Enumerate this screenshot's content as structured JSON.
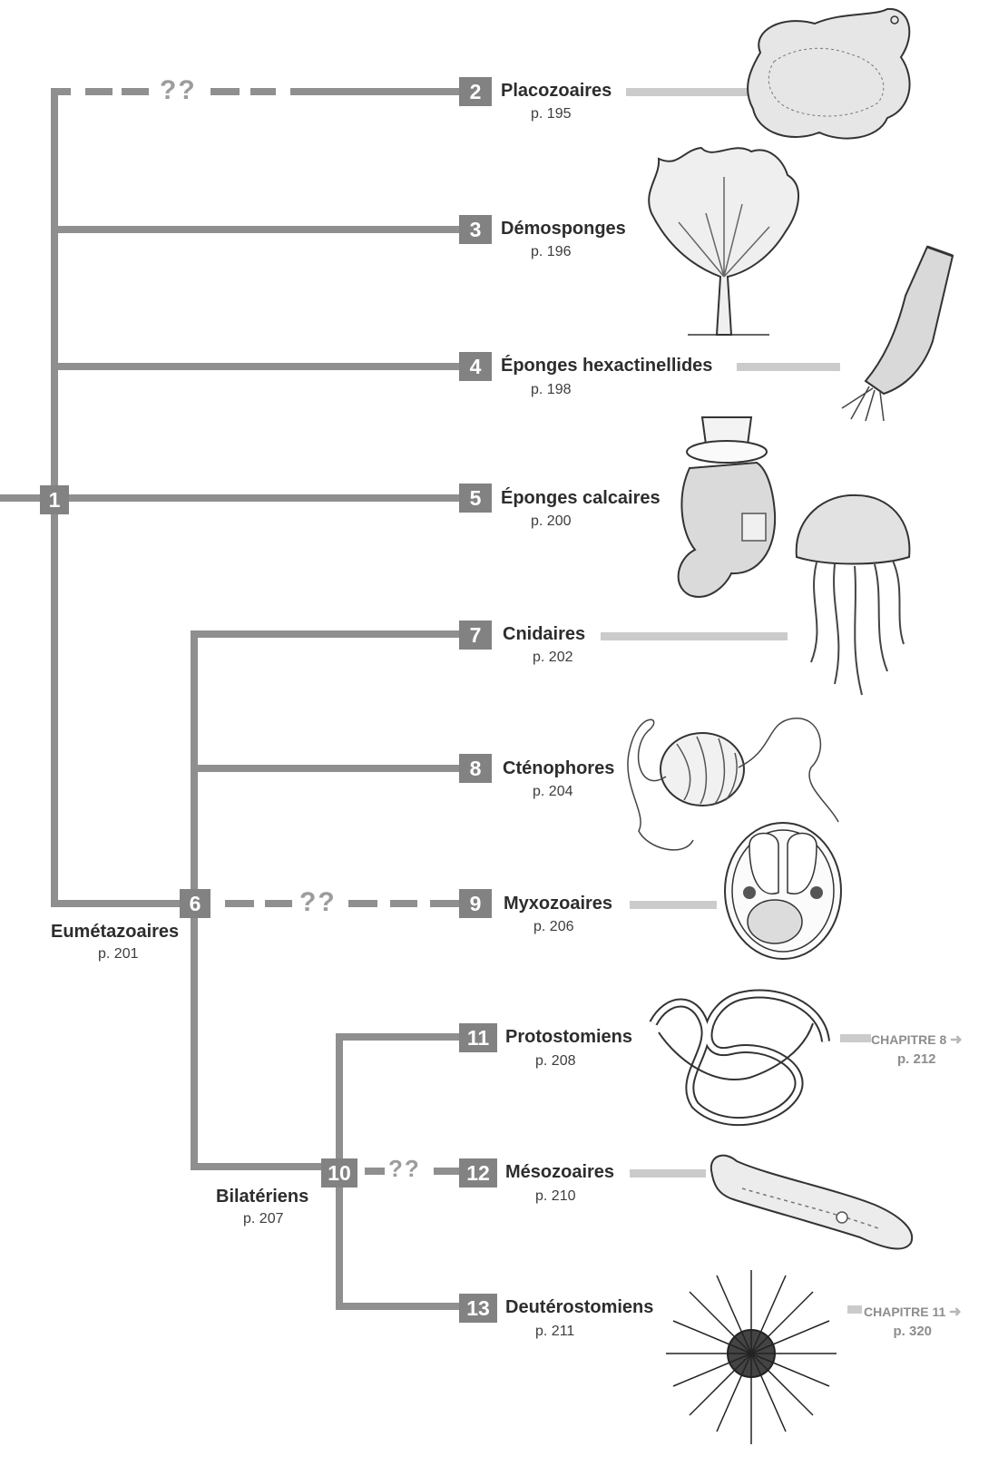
{
  "taxa": [
    {
      "num": "2",
      "name": "Placozoaires",
      "page": "p. 195"
    },
    {
      "num": "3",
      "name": "Démosponges",
      "page": "p. 196"
    },
    {
      "num": "4",
      "name": "Éponges hexactinellides",
      "page": "p. 198"
    },
    {
      "num": "5",
      "name": "Éponges calcaires",
      "page": "p. 200"
    },
    {
      "num": "7",
      "name": "Cnidaires",
      "page": "p. 202"
    },
    {
      "num": "8",
      "name": "Cténophores",
      "page": "p. 204"
    },
    {
      "num": "9",
      "name": "Myxozoaires",
      "page": "p. 206"
    },
    {
      "num": "11",
      "name": "Protostomiens",
      "page": "p. 208"
    },
    {
      "num": "12",
      "name": "Mésozoaires",
      "page": "p. 210"
    },
    {
      "num": "13",
      "name": "Deutérostomiens",
      "page": "p. 211"
    }
  ],
  "nodes": [
    {
      "num": "1"
    },
    {
      "num": "6",
      "name": "Eumétazoaires",
      "page": "p. 201"
    },
    {
      "num": "10",
      "name": "Bilatériens",
      "page": "p. 207"
    }
  ],
  "uncertain_mark": "??",
  "chapters": [
    {
      "label": "CHAPITRE 8",
      "page": "p. 212"
    },
    {
      "label": "CHAPITRE 11",
      "page": "p. 320"
    }
  ],
  "colors": {
    "branch": "#8f8f8f",
    "pointer": "#cbcbcb",
    "number_box": "#828282",
    "uncertain": "#9c9c9c",
    "text": "#2d2d2d"
  }
}
